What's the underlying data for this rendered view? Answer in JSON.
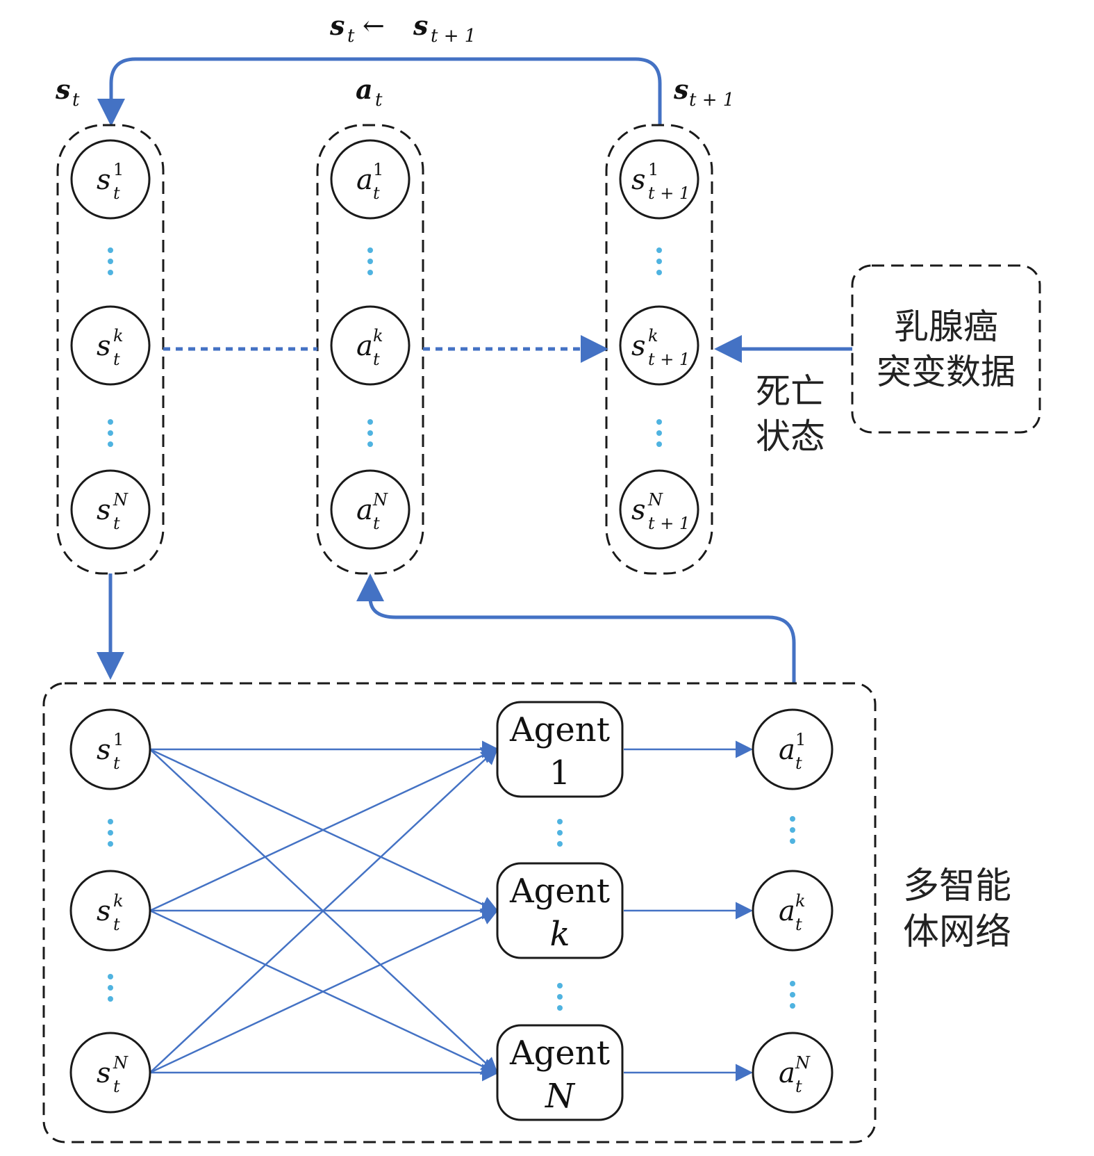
{
  "colors": {
    "arrow": "#4472c4",
    "dots": "#4fb3e0",
    "border": "#1a1a1a",
    "text": "#111111"
  },
  "top": {
    "feedback_label": {
      "lhs": "s",
      "lhs_sub": "t",
      "arrow": "←",
      "rhs": "s",
      "rhs_sub": "t + 1"
    },
    "group_st": {
      "label": "s",
      "label_sub": "t"
    },
    "group_at": {
      "label": "a",
      "label_sub": "t"
    },
    "group_st1": {
      "label": "s",
      "label_sub": "t + 1"
    },
    "st_nodes": [
      {
        "base": "s",
        "sup": "1",
        "sub": "t"
      },
      {
        "base": "s",
        "sup": "k",
        "sub": "t"
      },
      {
        "base": "s",
        "sup": "N",
        "sub": "t"
      }
    ],
    "at_nodes": [
      {
        "base": "a",
        "sup": "1",
        "sub": "t"
      },
      {
        "base": "a",
        "sup": "k",
        "sub": "t"
      },
      {
        "base": "a",
        "sup": "N",
        "sub": "t"
      }
    ],
    "st1_nodes": [
      {
        "base": "s",
        "sup": "1",
        "sub": "t + 1"
      },
      {
        "base": "s",
        "sup": "k",
        "sub": "t + 1"
      },
      {
        "base": "s",
        "sup": "N",
        "sub": "t + 1"
      }
    ],
    "data_box": {
      "line1": "乳腺癌",
      "line2": "突变数据"
    },
    "death_state": {
      "line1": "死亡",
      "line2": "状态"
    }
  },
  "network": {
    "label": {
      "line1": "多智能",
      "line2": "体网络"
    },
    "inputs": [
      {
        "base": "s",
        "sup": "1",
        "sub": "t"
      },
      {
        "base": "s",
        "sup": "k",
        "sub": "t"
      },
      {
        "base": "s",
        "sup": "N",
        "sub": "t"
      }
    ],
    "agents": [
      {
        "line1": "Agent",
        "line2": "1"
      },
      {
        "line1": "Agent",
        "line2": "k"
      },
      {
        "line1": "Agent",
        "line2": "N"
      }
    ],
    "outputs": [
      {
        "base": "a",
        "sup": "1",
        "sub": "t"
      },
      {
        "base": "a",
        "sup": "k",
        "sub": "t"
      },
      {
        "base": "a",
        "sup": "N",
        "sub": "t"
      }
    ]
  }
}
